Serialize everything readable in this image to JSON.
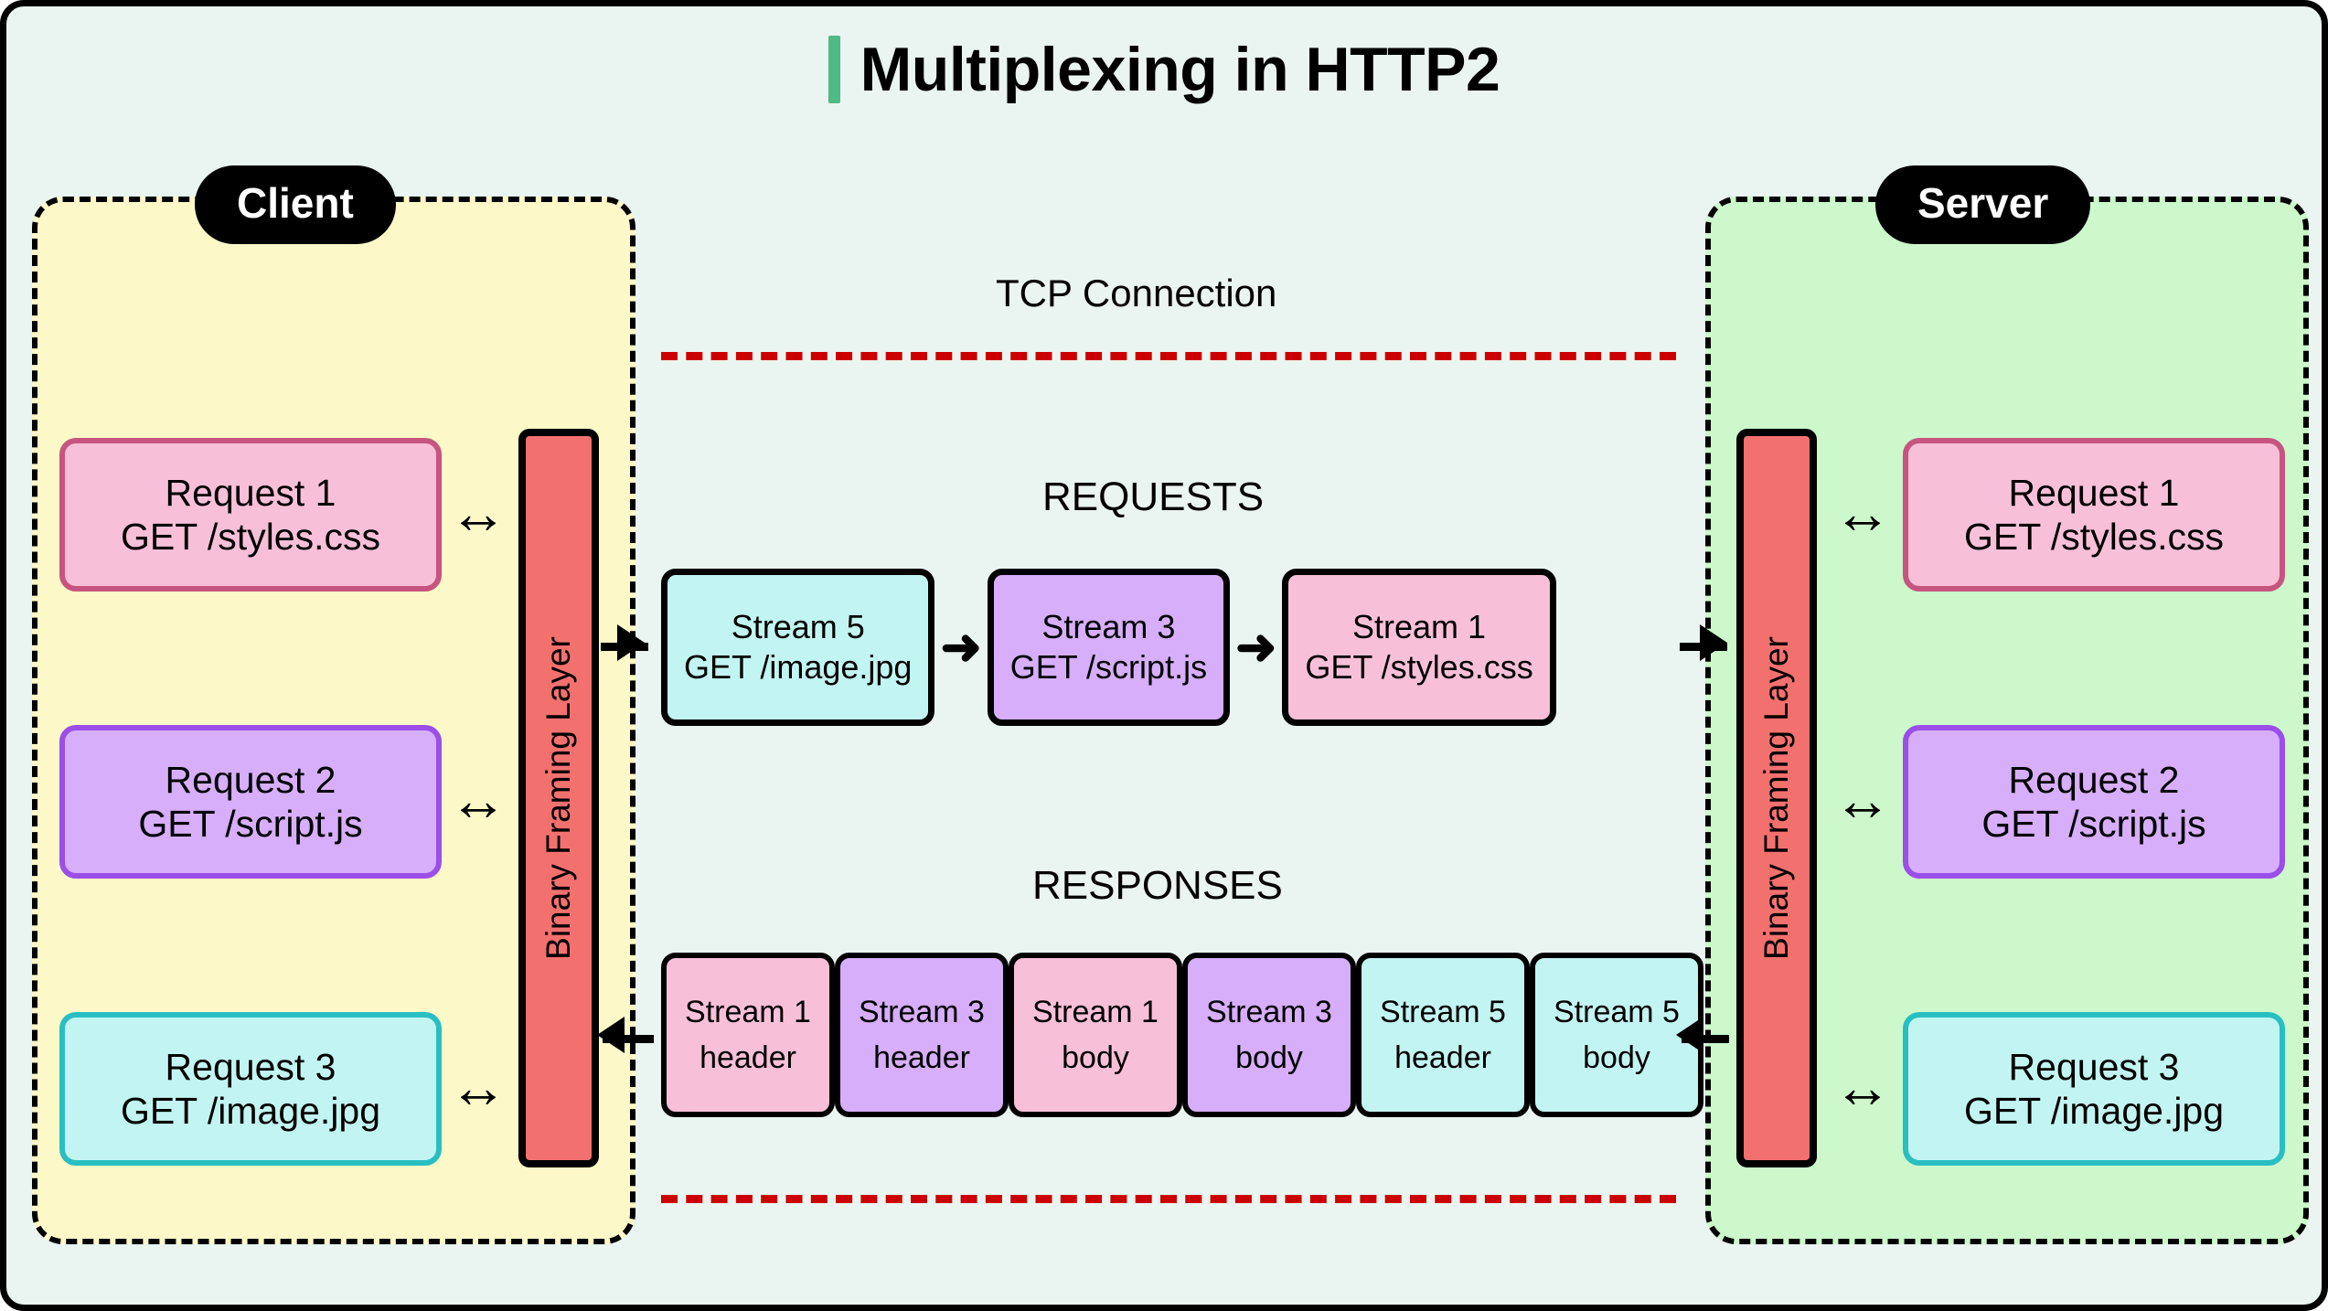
{
  "title": {
    "text": "Multiplexing in HTTP2",
    "accent_color": "#4fba85"
  },
  "colors": {
    "background": "#eaf4f0",
    "client_panel": "#fcf8c8",
    "server_panel": "#ccf8cc",
    "framing_layer": "#f2716f",
    "tcp_line": "#cc0000",
    "pink_fill": "#f8c0d8",
    "pink_border": "#c65580",
    "purple_fill": "#d7aefa",
    "purple_border": "#9b4ee8",
    "cyan_fill": "#c2f5f2",
    "cyan_border": "#29bfc2"
  },
  "client": {
    "badge": "Client",
    "framing_layer": "Binary Framing Layer",
    "requests": [
      {
        "title": "Request 1",
        "detail": "GET /styles.css",
        "color": "pink",
        "arrow": "↔"
      },
      {
        "title": "Request 2",
        "detail": "GET /script.js",
        "color": "purple",
        "arrow": "↔"
      },
      {
        "title": "Request 3",
        "detail": "GET /image.jpg",
        "color": "cyan",
        "arrow": "↔"
      }
    ]
  },
  "server": {
    "badge": "Server",
    "framing_layer": "Binary Framing Layer",
    "requests": [
      {
        "title": "Request 1",
        "detail": "GET /styles.css",
        "color": "pink",
        "arrow": "↔"
      },
      {
        "title": "Request 2",
        "detail": "GET /script.js",
        "color": "purple",
        "arrow": "↔"
      },
      {
        "title": "Request 3",
        "detail": "GET /image.jpg",
        "color": "cyan",
        "arrow": "↔"
      }
    ]
  },
  "tcp": {
    "label": "TCP Connection"
  },
  "requests_section": {
    "label": "REQUESTS",
    "flow_arrow": "➜",
    "streams": [
      {
        "title": "Stream 5",
        "detail": "GET /image.jpg",
        "color": "cyan"
      },
      {
        "title": "Stream 3",
        "detail": "GET /script.js",
        "color": "purple"
      },
      {
        "title": "Stream 1",
        "detail": "GET /styles.css",
        "color": "pink"
      }
    ]
  },
  "responses_section": {
    "label": "RESPONSES",
    "frames": [
      {
        "title": "Stream 1",
        "detail": "header",
        "color": "pink"
      },
      {
        "title": "Stream 3",
        "detail": "header",
        "color": "purple"
      },
      {
        "title": "Stream 1",
        "detail": "body",
        "color": "pink"
      },
      {
        "title": "Stream 3",
        "detail": "body",
        "color": "purple"
      },
      {
        "title": "Stream 5",
        "detail": "header",
        "color": "cyan"
      },
      {
        "title": "Stream 5",
        "detail": "body",
        "color": "cyan"
      }
    ]
  }
}
